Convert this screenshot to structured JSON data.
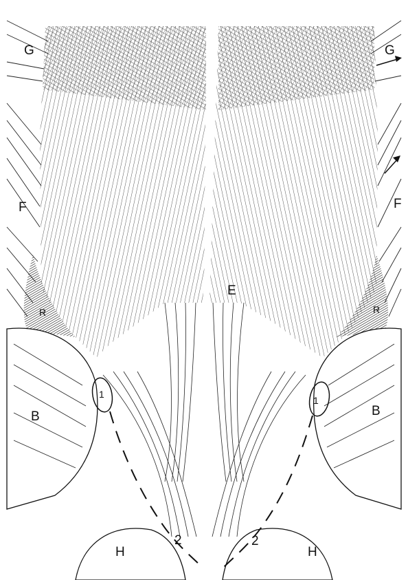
{
  "labels": {
    "g_left": "G",
    "g_right": "G",
    "f_left": "F",
    "f_right": "F",
    "e": "E",
    "r_left": "R",
    "r_right": "R",
    "b_left": "B",
    "b_right": "B",
    "one_left": "1",
    "one_right": "1",
    "two_left": "2",
    "two_right": "2",
    "h_left": "H",
    "h_right": "H"
  },
  "colors": {
    "ink": "#111111",
    "hatch": "#2a2a2a",
    "background": "#ffffff"
  }
}
